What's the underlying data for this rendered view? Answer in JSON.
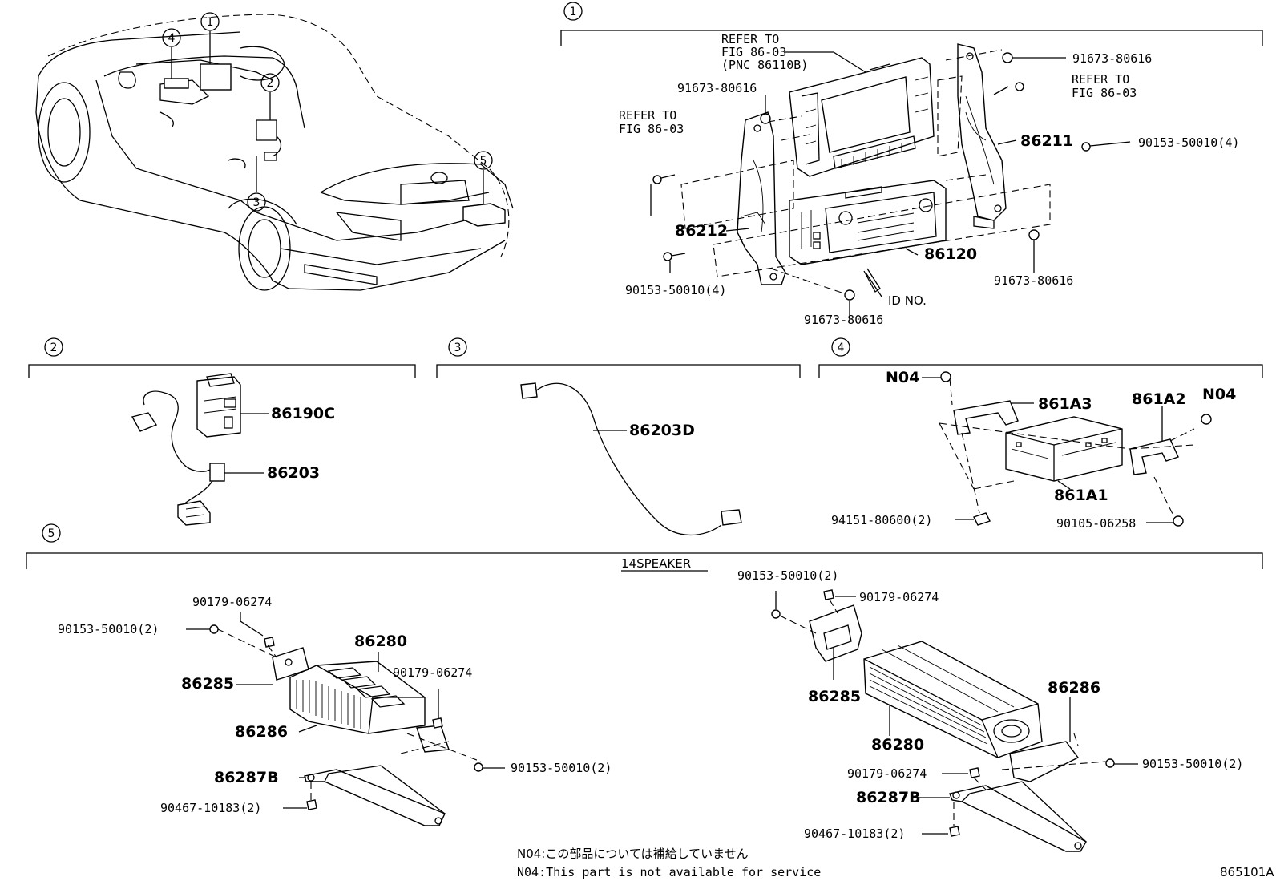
{
  "diagram": {
    "drawing_code": "865101A",
    "sections": [
      {
        "number": "1"
      },
      {
        "number": "2"
      },
      {
        "number": "3"
      },
      {
        "number": "4"
      },
      {
        "number": "5",
        "caption": "14SPEAKER"
      }
    ],
    "car_callouts": [
      "1",
      "2",
      "3",
      "4",
      "5"
    ],
    "section1": {
      "refer1": [
        "REFER TO",
        "FIG 86-03",
        "(PNC 86110B)"
      ],
      "refer2": [
        "REFER TO",
        "FIG 86-03"
      ],
      "refer3": [
        "REFER TO",
        "FIG 86-03"
      ],
      "p91673_a": "91673-80616",
      "p91673_b": "91673-80616",
      "p91673_c": "91673-80616",
      "p91673_d": "91673-80616",
      "p90153_a": "90153-50010(4)",
      "p90153_b": "90153-50010(4)",
      "p86211": "86211",
      "p86212": "86212",
      "p86120": "86120",
      "id_no": "ID NO."
    },
    "section2": {
      "p86190c": "86190C",
      "p86203": "86203"
    },
    "section3": {
      "p86203d": "86203D"
    },
    "section4": {
      "n04_a": "N04",
      "n04_b": "N04",
      "p861a3": "861A3",
      "p861a2": "861A2",
      "p861a1": "861A1",
      "p94151": "94151-80600(2)",
      "p90105": "90105-06258"
    },
    "section5": {
      "left": {
        "p90179_a": "90179-06274",
        "p90153_a": "90153-50010(2)",
        "p86280": "86280",
        "p86285": "86285",
        "p90179_b": "90179-06274",
        "p86286": "86286",
        "p90153_b": "90153-50010(2)",
        "p86287b": "86287B",
        "p90467": "90467-10183(2)"
      },
      "right": {
        "p90153_a": "90153-50010(2)",
        "p90179_a": "90179-06274",
        "p86285": "86285",
        "p86286": "86286",
        "p86280": "86280",
        "p90153_b": "90153-50010(2)",
        "p90179_b": "90179-06274",
        "p86287b": "86287B",
        "p90467": "90467-10183(2)"
      }
    },
    "notes": [
      "N04:この部品については補給していません",
      "N04:This part is not available for service"
    ]
  }
}
